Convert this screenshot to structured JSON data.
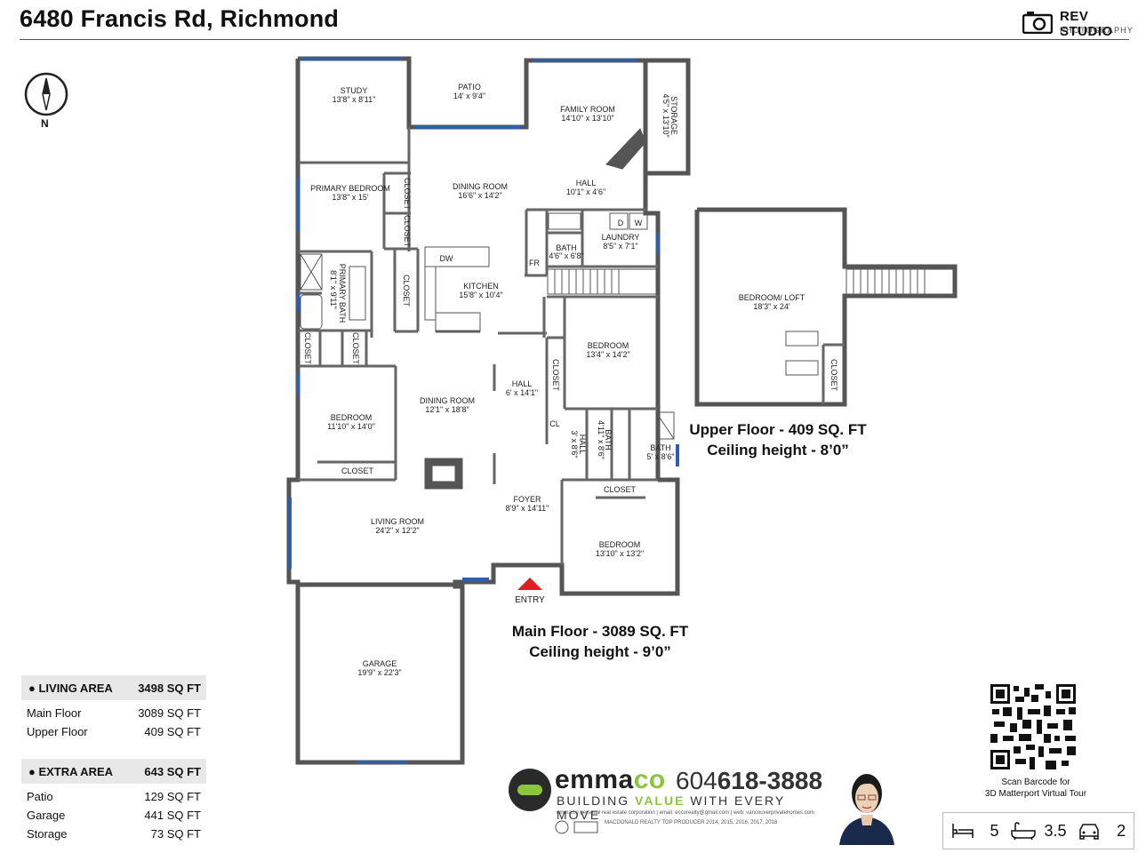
{
  "header": {
    "title": "6480 Francis Rd, Richmond",
    "brand_name": "REV STUDIO",
    "brand_sub": "PHOTOGRAPHY"
  },
  "compass": {
    "label": "N"
  },
  "rooms": {
    "study": [
      "STUDY",
      "13'8\" x 8'11\""
    ],
    "patio": [
      "PATIO",
      "14' x 9'4\""
    ],
    "family": [
      "FAMILY ROOM",
      "14'10\" x 13'10\""
    ],
    "storage": [
      "STORAGE",
      "4'5\" x 13'10\""
    ],
    "primary_bed": [
      "PRIMARY BEDROOM",
      "13'8\" x 15'"
    ],
    "dining_top": [
      "DINING ROOM",
      "16'6\" x 14'2\""
    ],
    "hall_top": [
      "HALL",
      "10'1\" x 4'6\""
    ],
    "laundry": [
      "LAUNDRY",
      "8'5\" x 7'1\""
    ],
    "bath_small": [
      "BATH",
      "4'6\" x 6'8\""
    ],
    "primary_bath": [
      "PRIMARY BATH",
      "8'1\" x 9'11\""
    ],
    "kitchen": [
      "KITCHEN",
      "15'8\" x 10'4\""
    ],
    "bedroom_mid": [
      "BEDROOM",
      "13'4\" x 14'2\""
    ],
    "hall_mid": [
      "HALL",
      "6' x 14'1\""
    ],
    "dining_main": [
      "DINING ROOM",
      "12'1\" x 18'8\""
    ],
    "bedroom_left": [
      "BEDROOM",
      "11'10\" x 14'0\""
    ],
    "hall_narrow": [
      "HALL",
      "3' x 8'6\""
    ],
    "bath_mid": [
      "BATH",
      "4'11\" x 8'6\""
    ],
    "bath_right": [
      "BATH",
      "5' x 8'6\""
    ],
    "foyer": [
      "FOYER",
      "8'9\" x 14'11\""
    ],
    "living": [
      "LIVING ROOM",
      "24'2\" x 12'2\""
    ],
    "bedroom_front": [
      "BEDROOM",
      "13'10\" x 13'2\""
    ],
    "garage": [
      "GARAGE",
      "19'9\" x 22'3\""
    ],
    "loft": [
      "BEDROOM/ LOFT",
      "18'3\" x 24'"
    ]
  },
  "labels": {
    "closet": "CLOSET",
    "cl": "CL",
    "entry": "ENTRY",
    "fr": "FR",
    "dw": "DW",
    "d": "D",
    "w": "W"
  },
  "captions": {
    "main_line1": "Main Floor - 3089 SQ. FT",
    "main_line2": "Ceiling height - 9’0”",
    "upper_line1": "Upper Floor - 409 SQ. FT",
    "upper_line2": "Ceiling height - 8’0”"
  },
  "living_area": {
    "label": "LIVING AREA",
    "total": "3498 SQ FT",
    "rows": [
      {
        "name": "Main Floor",
        "value": "3089 SQ FT"
      },
      {
        "name": "Upper Floor",
        "value": "409 SQ FT"
      }
    ]
  },
  "extra_area": {
    "label": "EXTRA AREA",
    "total": "643 SQ FT",
    "rows": [
      {
        "name": "Patio",
        "value": "129 SQ FT"
      },
      {
        "name": "Garage",
        "value": "441 SQ FT"
      },
      {
        "name": "Storage",
        "value": "73 SQ FT"
      }
    ]
  },
  "qr": {
    "caption1": "Scan Barcode for",
    "caption2": "3D Matterport Virtual Tour"
  },
  "stats": {
    "beds": "5",
    "baths": "3.5",
    "garage": "2"
  },
  "agent_logo": {
    "name_a": "emma",
    "name_b": "co",
    "phone_a": "604",
    "phone_b": "618-3888",
    "tag_a": "BUILDING ",
    "tag_b": "VALUE",
    "tag_c": " WITH EVERY MOVE",
    "small": "emma.co personal real estate corporation | email: eccorealty@gmail.com | web: vancouverprivatehomes.com",
    "award": "MACDONALD REALTY TOP PRODUCER 2014, 2015, 2016, 2017, 2018"
  },
  "colors": {
    "wall": "#555555",
    "window": "#2f5fa8",
    "entry_arrow": "#e02020",
    "brand_green": "#8cc63f"
  }
}
